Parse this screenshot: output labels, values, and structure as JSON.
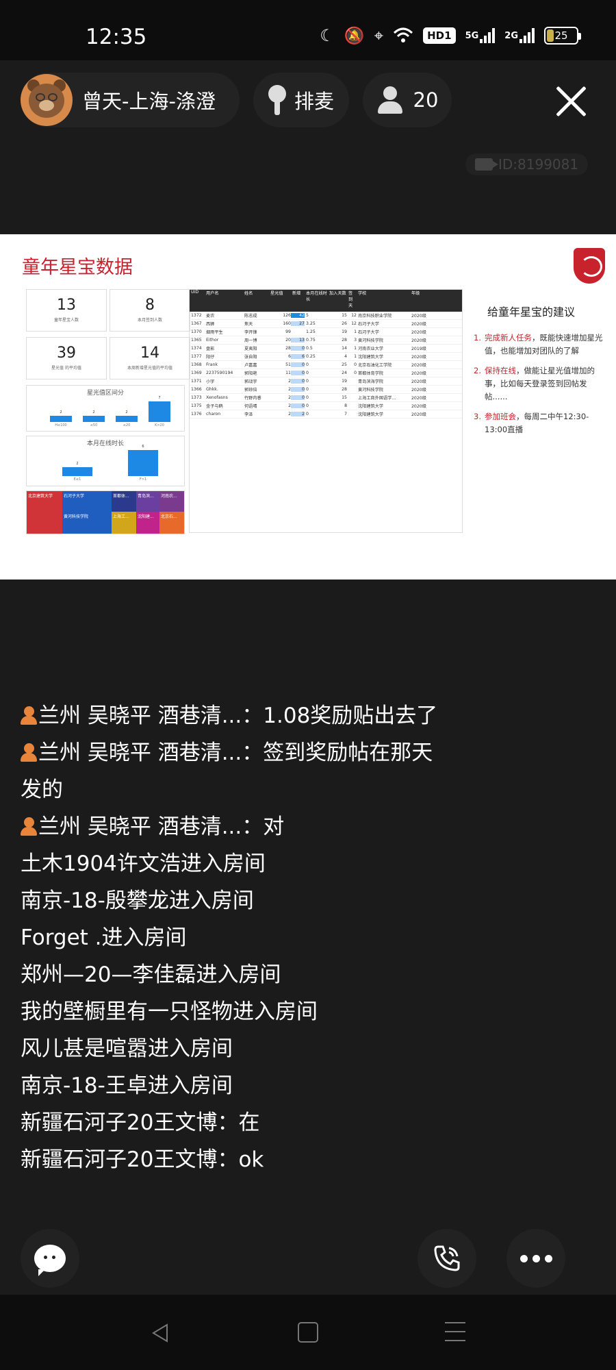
{
  "status_bar": {
    "time": "12:35",
    "icons": [
      "moon-icon",
      "mute-icon",
      "location-icon",
      "wifi-icon",
      "hd-icon",
      "signal-5g-icon",
      "signal-2g-icon",
      "battery-icon"
    ],
    "hd": "HD1",
    "net1": "5G",
    "net2": "2G",
    "battery": "25"
  },
  "room": {
    "host_name": "曾天-上海-涤澄",
    "mic_label": "排麦",
    "audience_count": "20",
    "room_id": "ID:8199081"
  },
  "slide": {
    "title": "童年星宝数据",
    "kpis": [
      {
        "value": "13",
        "label": "童年星宝人数"
      },
      {
        "value": "8",
        "label": "本月签到人数"
      },
      {
        "value": "39",
        "label": "星光值 的平均值"
      },
      {
        "value": "14",
        "label": "本周新增星光值的平均值"
      }
    ],
    "chart1": {
      "title": "星光值区间分",
      "categories": [
        "H≤100",
        "≤50",
        "≤20",
        "K>20"
      ],
      "values": [
        2,
        2,
        2,
        7
      ]
    },
    "chart2": {
      "title": "本月在线时长",
      "categories": [
        "E≤1",
        "F>1"
      ],
      "values": [
        2,
        6
      ]
    },
    "treemap": [
      "北京建筑大学",
      "石河子大学",
      "首都体...",
      "青岛滨...",
      "河南农...",
      "黄河科技学院",
      "上海工...",
      "沈阳建...",
      "北京石..."
    ],
    "table": {
      "headers": [
        "UID",
        "用户名",
        "姓名",
        "星光值",
        "新增",
        "本月在线时长",
        "加入天数",
        "签到天",
        "学校",
        "年级"
      ],
      "rows": [
        [
          "1372",
          "麦农",
          "陈志成",
          "126",
          "42",
          "5",
          "15",
          "12",
          "南京科技职业学院",
          "2020级"
        ],
        [
          "1367",
          "西狮",
          "焦天",
          "160",
          "27",
          "3.25",
          "26",
          "12",
          "石河子大学",
          "2020级"
        ],
        [
          "1370",
          "烟雨平生",
          "李开锋",
          "99",
          "",
          "1.25",
          "19",
          "1",
          "石河子大学",
          "2020级"
        ],
        [
          "1365",
          "Eithor",
          "周一博",
          "20",
          "13",
          "0.75",
          "28",
          "3",
          "黄河科技学院",
          "2020级"
        ],
        [
          "1374",
          "盘影",
          "夏夷阳",
          "28",
          "0",
          "0.5",
          "14",
          "1",
          "河南农业大学",
          "2019级"
        ],
        [
          "1377",
          "阳仔",
          "张自阳",
          "6",
          "6",
          "0.25",
          "4",
          "1",
          "沈阳建筑大学",
          "2020级"
        ],
        [
          "1368",
          "Frank",
          "卢嘉嘉",
          "51",
          "0",
          "0",
          "25",
          "0",
          "北京石油化工学院",
          "2020级"
        ],
        [
          "1369",
          "2237590194",
          "郭阳艳",
          "11",
          "0",
          "0",
          "24",
          "0",
          "首都体育学院",
          "2020级"
        ],
        [
          "1371",
          "小宇",
          "郭战宇",
          "2",
          "0",
          "0",
          "19",
          "",
          "青岛滨海学院",
          "2020级"
        ],
        [
          "1366",
          "Ghkk.",
          "郭琼倍",
          "2",
          "0",
          "0",
          "28",
          "",
          "黄河科技学院",
          "2020级"
        ],
        [
          "1373",
          "Xenofasns",
          "竹野内睿",
          "2",
          "0",
          "0",
          "15",
          "",
          "上海工商外国语学...",
          "2020级"
        ],
        [
          "1375",
          "金子与鹤",
          "何语晴",
          "2",
          "0",
          "0",
          "8",
          "",
          "沈阳建筑大学",
          "2020级"
        ],
        [
          "1376",
          "charon",
          "李泽",
          "2",
          "2",
          "0",
          "7",
          "",
          "沈阳建筑大学",
          "2020级"
        ]
      ]
    },
    "advice": {
      "title": "给童年星宝的建议",
      "items": [
        {
          "num": "1.",
          "em": "完成新人任务",
          "text": "，既能快速增加星光值，也能增加对团队的了解"
        },
        {
          "num": "2.",
          "em": "保持在线",
          "text": "，做能让星光值增加的事，比如每天登录签到回帖发帖......"
        },
        {
          "num": "3.",
          "em": "参加班会",
          "text": "，每周二中午12:30-13:00直播"
        }
      ]
    }
  },
  "chat": [
    {
      "user": "兰州 吴晓平 酒巷清...",
      "text": "1.08奖励贴出去了",
      "icon": true
    },
    {
      "user": "兰州 吴晓平 酒巷清...",
      "text": "签到奖励帖在那天发的",
      "icon": true
    },
    {
      "user": "兰州 吴晓平 酒巷清...",
      "text": "对",
      "icon": true
    },
    {
      "line": "土木1904许文浩进入房间"
    },
    {
      "line": "南京-18-殷攀龙进入房间"
    },
    {
      "line": "Forget .进入房间"
    },
    {
      "line": "郑州—20—李佳磊进入房间"
    },
    {
      "line": "我的壁橱里有一只怪物进入房间"
    },
    {
      "line": "风儿甚是喧嚣进入房间"
    },
    {
      "line": "南京-18-王卓进入房间"
    },
    {
      "line": "新疆石河子20王文博：在"
    },
    {
      "line": "新疆石河子20王文博：ok"
    }
  ],
  "colors": {
    "background": "#1b1b1b",
    "accent_red": "#c8232c",
    "chart_blue": "#1e88e5"
  }
}
